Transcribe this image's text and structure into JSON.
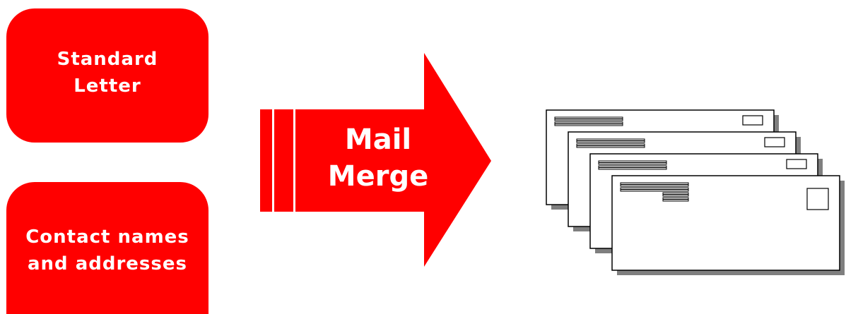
{
  "colors": {
    "accent": "#ff0000",
    "envelope_fill": "#ffffff",
    "envelope_stroke": "#000000",
    "shadow": "#7f7f7f"
  },
  "inputs": {
    "standard_letter": {
      "line1": "Standard",
      "line2": "Letter"
    },
    "contacts": {
      "line1": "Contact names",
      "line2": "and addresses"
    }
  },
  "process": {
    "line1": "Mail",
    "line2": "Merge"
  },
  "output": {
    "envelope_count": 4,
    "icon": "envelope-stack-icon"
  }
}
